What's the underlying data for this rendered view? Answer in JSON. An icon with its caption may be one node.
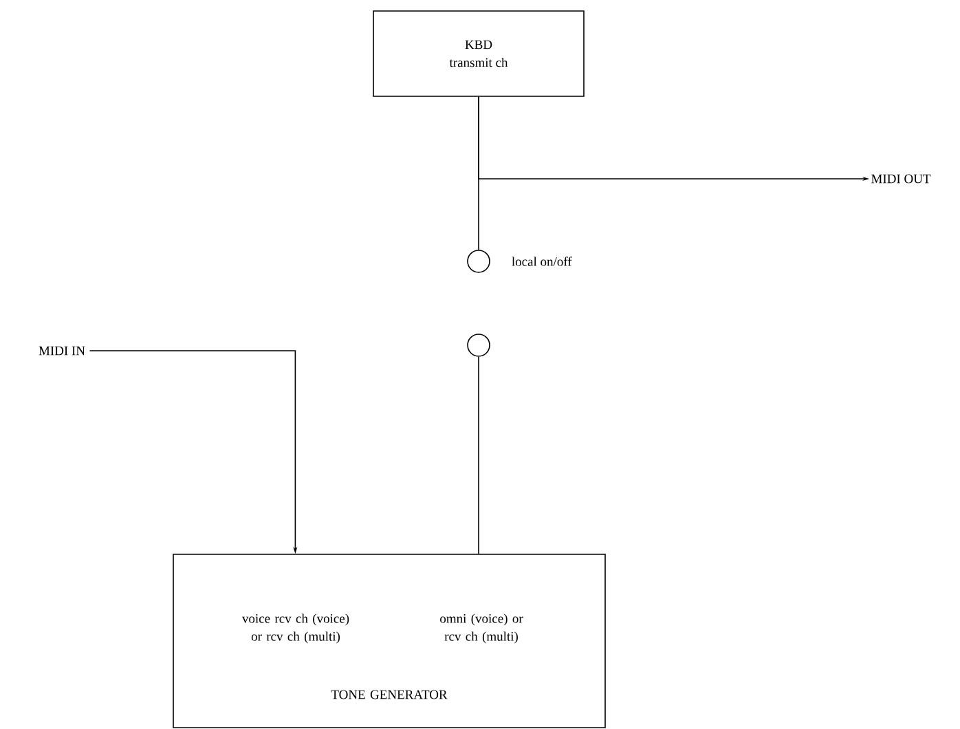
{
  "diagram": {
    "nodes": [
      {
        "text": [
          "KBD",
          "transmit ch"
        ]
      },
      {
        "text": [
          "MIDI OUT"
        ]
      },
      {
        "text": [],
        "shape": "circle",
        "beside": [
          "local on/off"
        ]
      },
      {
        "text": [],
        "shape": "circle"
      },
      {
        "text": [
          "MIDI IN"
        ]
      },
      {
        "text": [
          "voice rcv ch (voice) or rcv ch (multi)",
          "omni (voice) or rcv ch (multi)",
          "TONE GENERATOR"
        ]
      }
    ],
    "edges": [
      {
        "from": 0,
        "to": 1,
        "arrow": "to"
      },
      {
        "from": 0,
        "to": 2,
        "arrow": "none"
      },
      {
        "from": 4,
        "to": 5,
        "arrow": "to"
      },
      {
        "from": 3,
        "to": 5,
        "arrow": "none"
      }
    ]
  }
}
